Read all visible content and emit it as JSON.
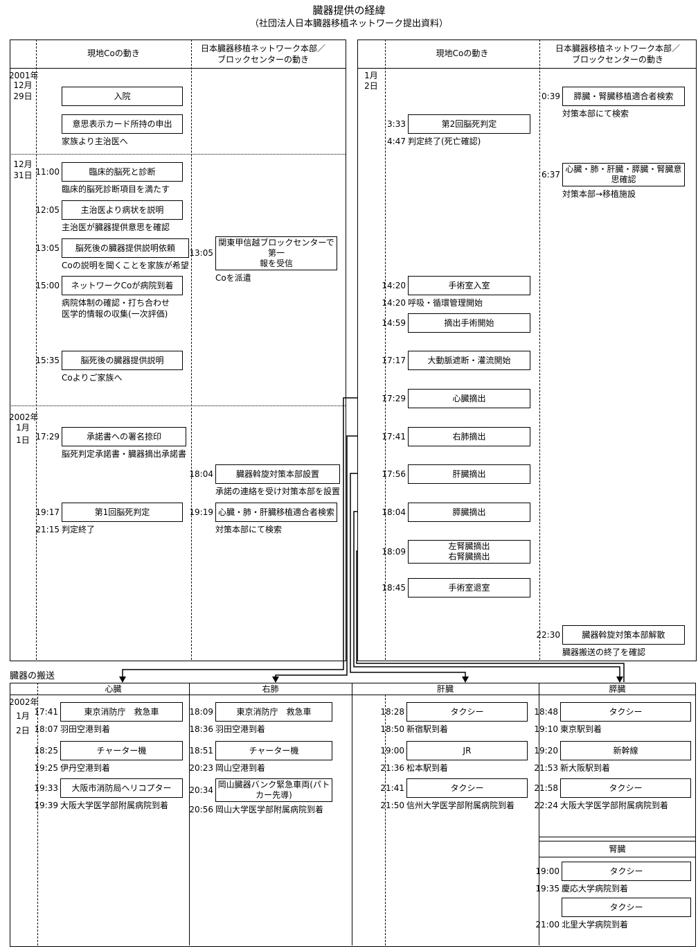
{
  "doc": {
    "title": "臓器提供の経緯",
    "subtitle": "（社団法人日本臓器移植ネットワーク提出資料）"
  },
  "hdr": {
    "local": "現地Coの動き",
    "net1": "日本臓器移植ネットワーク本部／",
    "net2": "ブロックセンターの動き"
  },
  "dates_left1": [
    "2001年",
    "12月",
    "29日"
  ],
  "dates_left2": [
    "12月",
    "31日"
  ],
  "dates_left3": [
    "2002年",
    "1月",
    "1日"
  ],
  "dates_right": [
    "1月",
    "2日"
  ],
  "dates_transport": [
    "2002年",
    "1月",
    "2日"
  ],
  "tl_left": [
    {
      "time": "",
      "box": "入院",
      "note": ""
    },
    {
      "time": "",
      "box": "意思表示カード所持の申出",
      "note": "家族より主治医へ"
    },
    {
      "time": "11:00",
      "box": "臨床的脳死と診断",
      "note": "臨床的脳死診断項目を満たす"
    },
    {
      "time": "12:05",
      "box": "主治医より病状を説明",
      "note": "主治医が臓器提供意思を確認"
    },
    {
      "time": "13:05",
      "box": "脳死後の臓器提供説明依頼",
      "note": "Coの説明を聞くことを家族が希望"
    },
    {
      "time": "15:00",
      "box": "ネットワークCoが病院到着",
      "note": "病院体制の確認・打ち合わせ",
      "note2": "医学的情報の収集(一次評価)"
    },
    {
      "time": "15:35",
      "box": "脳死後の臓器提供説明",
      "note": "Coよりご家族へ"
    },
    {
      "time": "17:29",
      "box": "承諾書への署名捺印",
      "note": "脳死判定承諾書・臓器摘出承諾書"
    },
    {
      "time": "19:17",
      "box": "第1回脳死判定",
      "time2": "21:15",
      "note": "判定終了"
    }
  ],
  "tn_left": [
    {
      "time": "13:05",
      "box": "関東甲信越ブロックセンターで第一\n報を受信",
      "note": "Coを派遣"
    },
    {
      "time": "18:04",
      "box": "臓器斡旋対策本部設置",
      "note": "承諾の連絡を受け対策本部を設置"
    },
    {
      "time": "19:19",
      "box": "心臓・肺・肝臓移植適合者検索",
      "note": "対策本部にて検索"
    }
  ],
  "tl_right": [
    {
      "time": "3:33",
      "box": "第2回脳死判定",
      "time2": "4:47",
      "note": "判定終了(死亡確認)"
    },
    {
      "time": "14:20",
      "box": "手術室入室",
      "time2": "14:20",
      "note": "呼吸・循環管理開始"
    },
    {
      "time": "14:59",
      "box": "摘出手術開始"
    },
    {
      "time": "17:17",
      "box": "大動脈遮断・灌流開始"
    },
    {
      "time": "17:29",
      "box": "心臓摘出"
    },
    {
      "time": "17:41",
      "box": "右肺摘出"
    },
    {
      "time": "17:56",
      "box": "肝臓摘出"
    },
    {
      "time": "18:04",
      "box": "膵臓摘出"
    },
    {
      "time": "18:09",
      "box": "左腎臓摘出\n右腎臓摘出"
    },
    {
      "time": "18:45",
      "box": "手術室退室"
    }
  ],
  "tn_right": [
    {
      "time": "0:39",
      "box": "膵臓・腎臓移植適合者検索",
      "note": "対策本部にて検索"
    },
    {
      "time": "6:37",
      "box": "心臓・肺・肝臓・膵臓・腎臓意思確認",
      "note": "対策本部→移植施設"
    },
    {
      "time": "22:30",
      "box": "臓器斡旋対策本部解散",
      "note": "臓器搬送の終了を確認"
    }
  ],
  "transport": {
    "section_title": "臓器の搬送",
    "cols": [
      {
        "organ": "心臓",
        "legs": [
          {
            "t1": "17:41",
            "vehicle": "東京消防庁　救急車",
            "t2": "18:07",
            "arrive": "羽田空港到着"
          },
          {
            "t1": "18:25",
            "vehicle": "チャーター機",
            "t2": "19:25",
            "arrive": "伊丹空港到着"
          },
          {
            "t1": "19:33",
            "vehicle": "大阪市消防局ヘリコプター",
            "t2": "19:39",
            "arrive": "大阪大学医学部附属病院到着"
          }
        ]
      },
      {
        "organ": "右肺",
        "legs": [
          {
            "t1": "18:09",
            "vehicle": "東京消防庁　救急車",
            "t2": "18:36",
            "arrive": "羽田空港到着"
          },
          {
            "t1": "18:51",
            "vehicle": "チャーター機",
            "t2": "20:23",
            "arrive": "岡山空港到着"
          },
          {
            "t1": "20:34",
            "vehicle": "岡山臓器バンク緊急車両(パトカー先導)",
            "t2": "20:56",
            "arrive": "岡山大学医学部附属病院到着"
          }
        ]
      },
      {
        "organ": "肝臓",
        "legs": [
          {
            "t1": "18:28",
            "vehicle": "タクシー",
            "t2": "18:50",
            "arrive": "新宿駅到着"
          },
          {
            "t1": "19:00",
            "vehicle": "JR",
            "t2": "21:36",
            "arrive": "松本駅到着"
          },
          {
            "t1": "21:41",
            "vehicle": "タクシー",
            "t2": "21:50",
            "arrive": "信州大学医学部附属病院到着"
          }
        ]
      },
      {
        "organ": "膵臓",
        "legs": [
          {
            "t1": "18:48",
            "vehicle": "タクシー",
            "t2": "19:10",
            "arrive": "東京駅到着"
          },
          {
            "t1": "19:20",
            "vehicle": "新幹線",
            "t2": "21:53",
            "arrive": "新大阪駅到着"
          },
          {
            "t1": "21:58",
            "vehicle": "タクシー",
            "t2": "22:24",
            "arrive": "大阪大学医学部附属病院到着"
          }
        ]
      },
      {
        "organ": "腎臓",
        "legs": [
          {
            "t1": "19:00",
            "vehicle": "タクシー",
            "t2": "19:35",
            "arrive": "慶応大学病院到着"
          },
          {
            "t1": "",
            "vehicle": "タクシー",
            "t2": "21:00",
            "arrive": "北里大学病院到着"
          }
        ]
      }
    ]
  }
}
